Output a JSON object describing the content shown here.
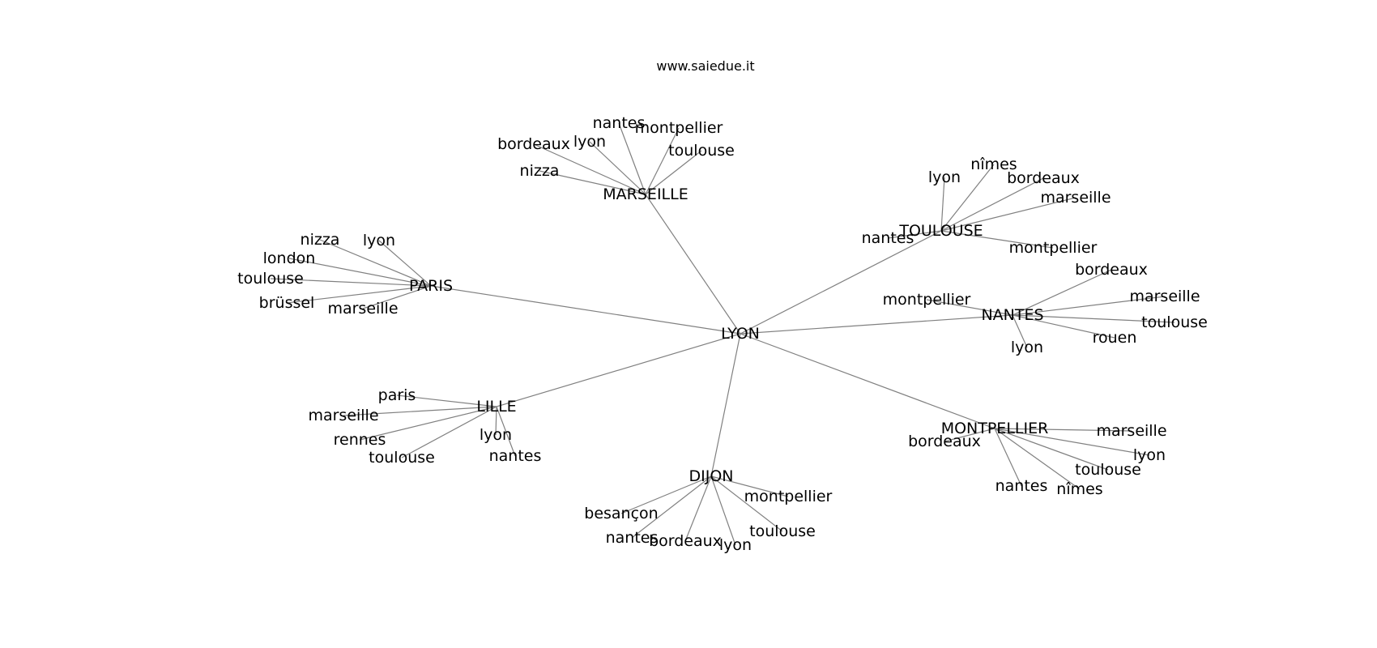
{
  "header": {
    "site": "www.saiedue.it"
  },
  "center": "LYON",
  "hubs": [
    {
      "id": "marseille",
      "label": "MARSEILLE",
      "leaves": [
        "nantes",
        "montpellier",
        "toulouse",
        "bordeaux",
        "lyon",
        "nizza"
      ]
    },
    {
      "id": "toulouse",
      "label": "TOULOUSE",
      "leaves": [
        "lyon",
        "nîmes",
        "bordeaux",
        "marseille",
        "nantes",
        "montpellier"
      ]
    },
    {
      "id": "paris",
      "label": "PARIS",
      "leaves": [
        "nizza",
        "lyon",
        "london",
        "toulouse",
        "brüssel",
        "marseille"
      ]
    },
    {
      "id": "nantes",
      "label": "NANTES",
      "leaves": [
        "bordeaux",
        "montpellier",
        "marseille",
        "toulouse",
        "rouen",
        "lyon"
      ]
    },
    {
      "id": "lille",
      "label": "LILLE",
      "leaves": [
        "paris",
        "marseille",
        "rennes",
        "toulouse",
        "lyon",
        "nantes"
      ]
    },
    {
      "id": "montpellier",
      "label": "MONTPELLIER",
      "leaves": [
        "marseille",
        "bordeaux",
        "lyon",
        "toulouse",
        "nantes",
        "nîmes"
      ]
    },
    {
      "id": "dijon",
      "label": "DIJON",
      "leaves": [
        "montpellier",
        "besançon",
        "toulouse",
        "nantes",
        "bordeaux",
        "lyon"
      ]
    }
  ]
}
